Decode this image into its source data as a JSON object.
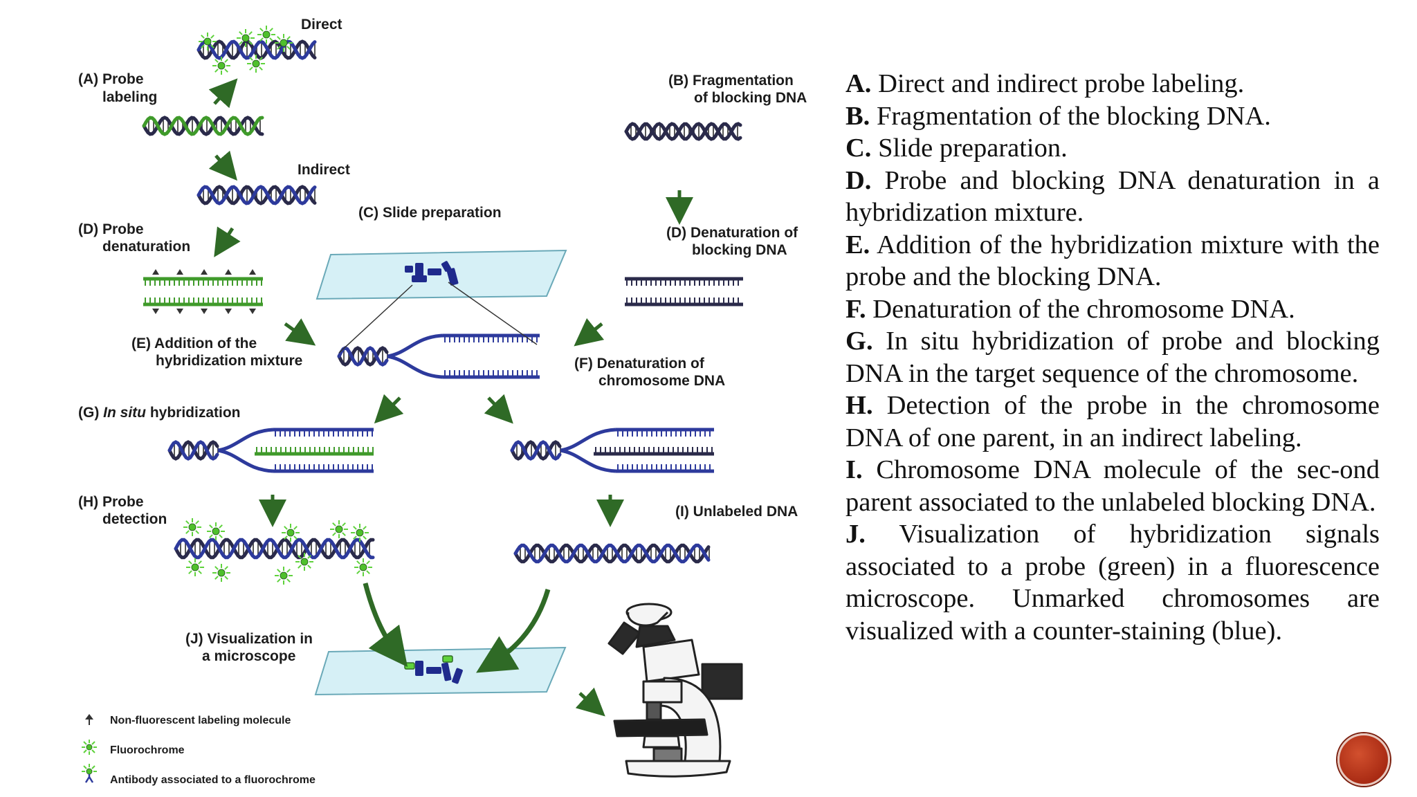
{
  "diagram": {
    "labels": {
      "direct": "Direct",
      "a1": "(A) Probe",
      "a2": "labeling",
      "b1": "(B) Fragmentation",
      "b2": "of blocking DNA",
      "indirect": "Indirect",
      "c": "(C) Slide preparation",
      "d1": "(D) Probe",
      "d2": "denaturation",
      "dr1": "(D) Denaturation of",
      "dr2": "blocking DNA",
      "e1": "(E) Addition of the",
      "e2": "hybridization mixture",
      "f1": "(F) Denaturation of",
      "f2": "chromosome DNA",
      "g_prefix": "(G) ",
      "g_italic": "In situ",
      "g_suffix": " hybridization",
      "h1": "(H) Probe",
      "h2": "detection",
      "i": "(I) Unlabeled DNA",
      "j1": "(J) Visualization in",
      "j2": "a microscope"
    },
    "legend": [
      {
        "icon": "labeling-molecule-icon",
        "label": "Non-fluorescent labeling molecule"
      },
      {
        "icon": "fluorochrome-icon",
        "label": "Fluorochrome"
      },
      {
        "icon": "antibody-fluorochrome-icon",
        "label": "Antibody associated to a fluorochrome"
      }
    ],
    "colors": {
      "strand_dark": "#2a2a4a",
      "strand_blue": "#2d3a9c",
      "probe_green": "#3f9a2a",
      "fluor_green": "#5fd23c",
      "arrow_green": "#2f6a26",
      "slide_fill": "#d6f0f6",
      "chromosome_blue": "#1f2a8c"
    }
  },
  "caption": {
    "items": [
      {
        "letter": "A.",
        "text": " Direct and indirect probe labeling."
      },
      {
        "letter": "B.",
        "text": " Fragmentation of the blocking DNA."
      },
      {
        "letter": "C.",
        "text": " Slide preparation."
      },
      {
        "letter": "D.",
        "text": " Probe and blocking DNA denaturation in a hybridization mixture."
      },
      {
        "letter": "E.",
        "text": " Addition of the hybridization mixture with the probe and the blocking DNA."
      },
      {
        "letter": "F.",
        "text": " Denaturation of the chromosome DNA."
      },
      {
        "letter": "G.",
        "text": " In situ hybridization of probe and blocking DNA in the target sequence of the chromosome."
      },
      {
        "letter": "H.",
        "text": " Detection of the probe in the chromosome DNA of one parent, in an indirect labeling."
      },
      {
        "letter": "I.",
        "text": " Chromosome DNA molecule of the sec-ond parent associated to the unlabeled blocking DNA."
      },
      {
        "letter": "J.",
        "text": " Visualization of hybridization signals associated to a probe (green) in a fluorescence microscope. Unmarked chromosomes are visualized with a counter-staining (blue)."
      }
    ]
  }
}
